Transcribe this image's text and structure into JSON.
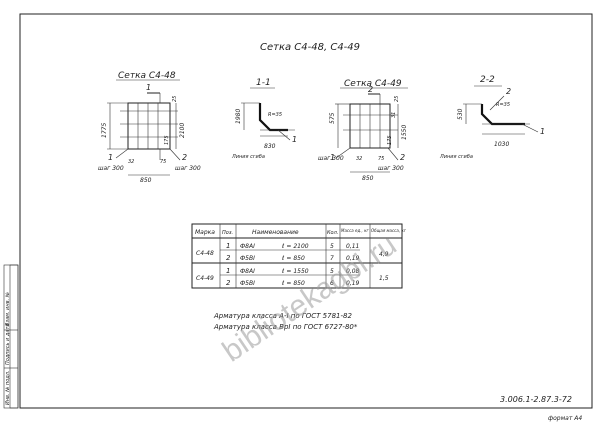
{
  "sheet": {
    "title": "Сетка С4-48, С4-49",
    "doc_code": "3.006.1-2.87.3-72",
    "format": "формат А4",
    "watermark": "bibliotekagbi.ru",
    "stamp": [
      "Инв. № подл.",
      "Подпись и дата",
      "Взам. инв. №"
    ]
  },
  "views": {
    "c448": {
      "title": "Сетка С4-48",
      "labels": {
        "p1": "1",
        "p2": "2",
        "d25": "25",
        "d2100": "2100",
        "d1775": "1775",
        "d175": "175",
        "d75": "75",
        "d850": "850",
        "step1": "шаг 300",
        "step2": "шаг 300",
        "d32": "32"
      }
    },
    "s11": {
      "title": "1-1",
      "labels": {
        "d1980": "1980",
        "d830": "830",
        "r35": "R=35",
        "p1": "1",
        "fold": "Линия сгиба"
      }
    },
    "c449": {
      "title": "Сетка С4-49",
      "labels": {
        "p1": "1",
        "p2": "2",
        "d575": "575",
        "d1550": "1550",
        "d25": "25",
        "d175": "175",
        "d75": "75",
        "d850": "850",
        "step1": "шаг 300",
        "step2": "шаг 300",
        "d32": "32",
        "d31": "31"
      }
    },
    "s22": {
      "title": "2-2",
      "labels": {
        "d530": "530",
        "d1030": "1030",
        "r35": "R=35",
        "p1": "1",
        "p2": "2",
        "fold": "Линия сгиба"
      }
    }
  },
  "table": {
    "headers": [
      "Марка",
      "Поз.",
      "Наименование",
      "Кол.",
      "Масса ед., кг",
      "Общая масса, кг"
    ],
    "rows": [
      {
        "mark": "С4-48",
        "pos": "1",
        "name": "Ф8АI",
        "len": "ℓ = 2100",
        "qty": "5",
        "mass": "0,11",
        "total": "4,9"
      },
      {
        "mark": "",
        "pos": "2",
        "name": "Ф5ВI",
        "len": "ℓ = 850",
        "qty": "7",
        "mass": "0,19",
        "total": ""
      },
      {
        "mark": "С4-49",
        "pos": "1",
        "name": "Ф8АI",
        "len": "ℓ = 1550",
        "qty": "5",
        "mass": "0,08",
        "total": "1,5"
      },
      {
        "mark": "",
        "pos": "2",
        "name": "Ф5ВI",
        "len": "ℓ = 850",
        "qty": "6",
        "mass": "0,19",
        "total": ""
      }
    ]
  },
  "notes": [
    "Арматура класса А-I по ГОСТ 5781-82",
    "Арматура класса ВрI по ГОСТ 6727-80*"
  ]
}
